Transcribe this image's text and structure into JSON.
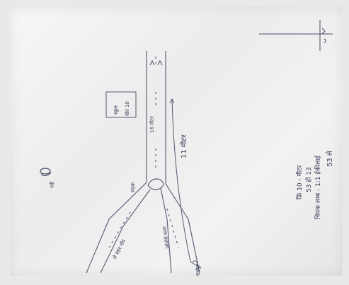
{
  "sheet": {
    "notes": {
      "total_label": "53 ले",
      "line1": "चिपक लम्ब - 1:1 ईकीलाई",
      "line2": "53 हो 13",
      "line3": "क्रि 10 - मीटर"
    },
    "road": {
      "upper_label": "16 मीटर",
      "main_width_label": "11 मीटर",
      "left_label": "सड़क",
      "lower_left_label": "ले शहर गाँव",
      "lower_right_label": "जाँगोरी कला",
      "bottom_label": "रामपुर",
      "box_line1": "स्कूल",
      "box_line2": "खेत 10"
    },
    "stamp": {
      "label": "नदी"
    }
  }
}
